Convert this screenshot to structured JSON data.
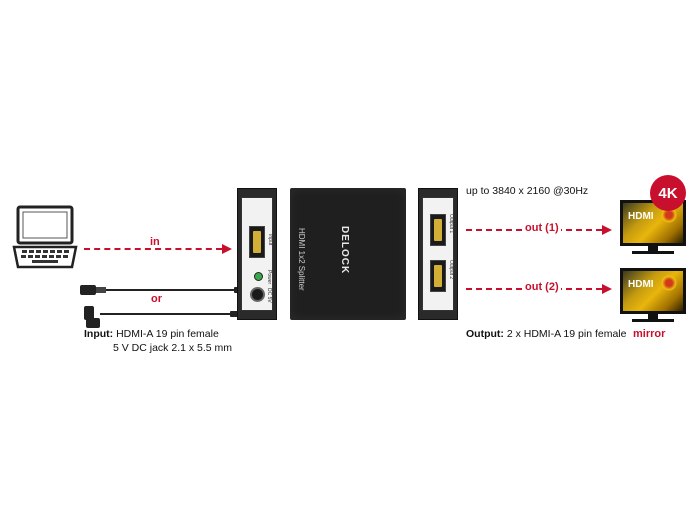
{
  "source": {
    "arrow_label": "in",
    "or_label": "or",
    "input_heading": "Input:",
    "input_line1": "HDMI-A 19 pin female",
    "input_line2": "5 V DC jack 2.1 x 5.5 mm"
  },
  "splitter": {
    "input_port_label": "Input",
    "power_label": "Power",
    "dc_label": "DC 5V",
    "product_name": "HDMI 1x2 Splitter",
    "brand": "DELOCK",
    "output1_port_label": "Output 1",
    "output2_port_label": "Output 2"
  },
  "output": {
    "resolution": "up to 3840 x 2160 @30Hz",
    "out1_label": "out (1)",
    "out2_label": "out (2)",
    "output_heading": "Output:",
    "output_desc": "2 x HDMI-A 19 pin female"
  },
  "monitors": {
    "badge": "4K",
    "screen_text": "HDMI",
    "mirror_label": "mirror"
  },
  "colors": {
    "accent": "#c8102e",
    "device": "#2a2a2a"
  }
}
